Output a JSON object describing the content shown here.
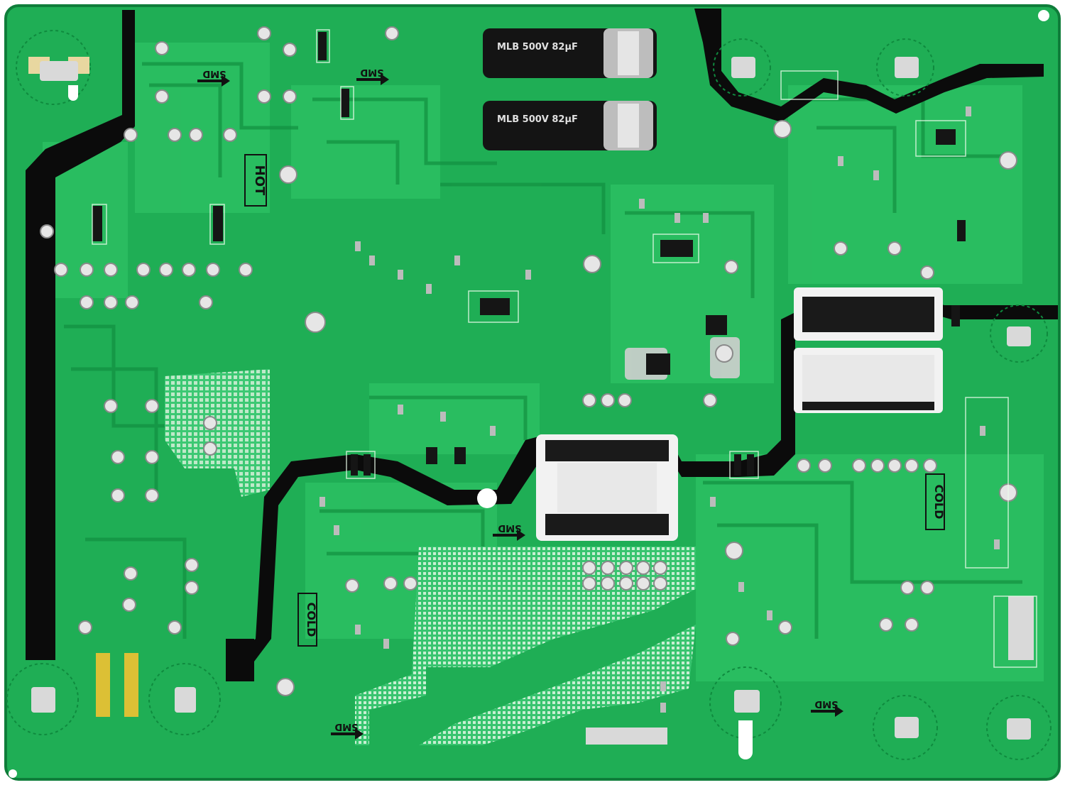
{
  "image": {
    "kind": "pcb-photo",
    "colors": {
      "board": "#1fae55",
      "board_light": "#35c46a",
      "trace": "#149646",
      "copper_black": "#0b0b0b",
      "silkscreen": "#ffffff",
      "solder": "#d9d9d9"
    }
  },
  "labels": {
    "hot": "HOT",
    "cold_right": "COLD",
    "cold_left": "COLD",
    "smd": "SMD",
    "cap_rating_1": "MLB 500V 82µF",
    "cap_rating_2": "MLB 500V 82µF"
  }
}
